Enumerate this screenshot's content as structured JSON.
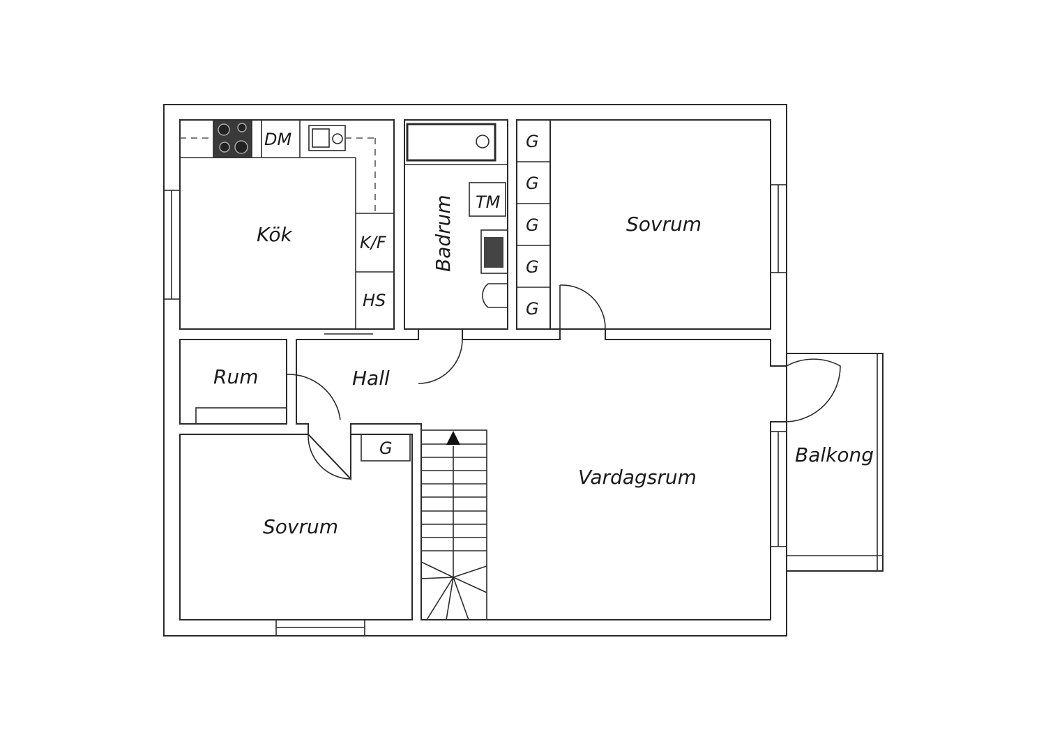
{
  "rooms": {
    "kitchen": "Kök",
    "bathroom": "Badrum",
    "bedroom_1": "Sovrum",
    "bedroom_2": "Sovrum",
    "room": "Rum",
    "hall": "Hall",
    "living_room": "Vardagsrum",
    "balcony": "Balkong"
  },
  "fixtures": {
    "dishwasher": "DM",
    "fridge_freezer": "K/F",
    "cabinet": "HS",
    "washing_machine": "TM",
    "wardrobe": "G"
  }
}
